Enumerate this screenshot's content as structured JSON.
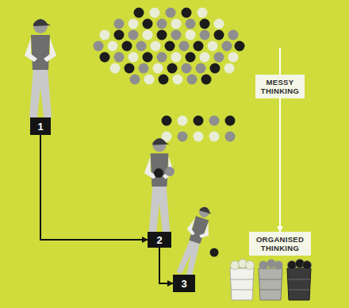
{
  "diagram": {
    "nodes": [
      {
        "text": [
          "1"
        ]
      },
      {
        "text": [
          "2"
        ]
      },
      {
        "text": [
          "3"
        ]
      },
      {
        "text": [
          "MESSY THINKING"
        ]
      },
      {
        "text": [
          "ORGANISED THINKING"
        ]
      }
    ],
    "edges": [
      {
        "from": 0,
        "to": 1,
        "arrow": "to"
      },
      {
        "from": 1,
        "to": 2,
        "arrow": "to"
      },
      {
        "from": 3,
        "to": 4,
        "arrow": "to"
      }
    ]
  }
}
